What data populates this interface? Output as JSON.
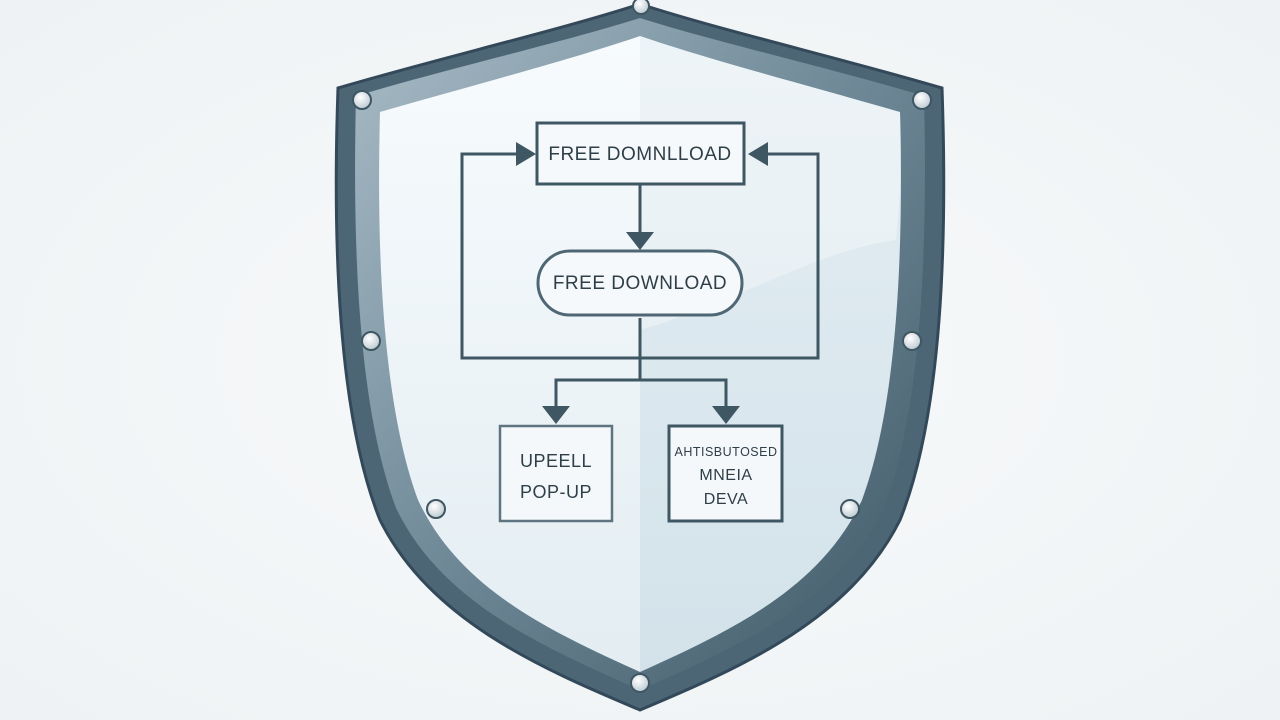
{
  "diagram": {
    "nodes": {
      "top_box": {
        "label": "FREE DOMNLLOAD"
      },
      "pill": {
        "label": "FREE DOWNLOAD"
      },
      "left_box": {
        "line1": "UPEELL",
        "line2": "POP-UP"
      },
      "right_box": {
        "line1": "AHTISBUTOSED",
        "line2": "MNEIA",
        "line3": "DEVA"
      }
    }
  },
  "colors": {
    "shield_outer": "#4a6272",
    "shield_rim": "#7f97a5",
    "shield_face": "#eef4f7",
    "line": "#3f5663",
    "rivet": "#e9eef1"
  }
}
